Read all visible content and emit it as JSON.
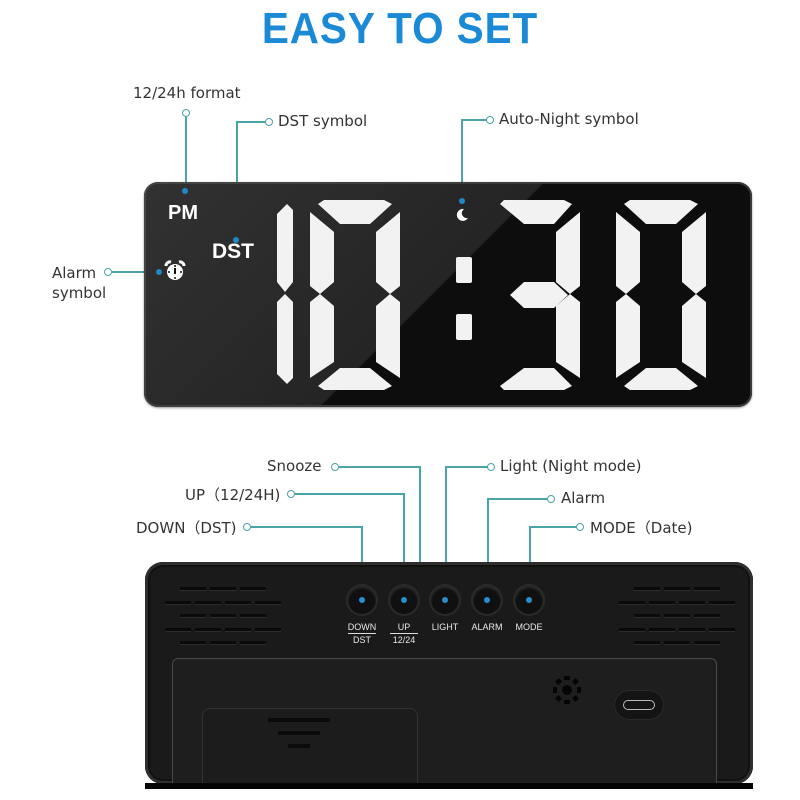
{
  "title": "EASY TO SET",
  "colors": {
    "title_blue": "#1a8ad6",
    "leader_line": "#4aa3a6",
    "button_dot": "#2a8fd1",
    "display_bg": "#0d0d0d",
    "segment_white": "#f2f2f2"
  },
  "front_display": {
    "time": "10:30",
    "indicators": {
      "pm": "PM",
      "dst": "DST",
      "alarm_icon": "alarm-clock-icon",
      "night_icon": "moon-icon"
    },
    "callouts": [
      {
        "id": "format",
        "label": "12/24h format"
      },
      {
        "id": "dst",
        "label": "DST symbol"
      },
      {
        "id": "night",
        "label": "Auto-Night symbol"
      },
      {
        "id": "alarm",
        "label_line1": "Alarm",
        "label_line2": "symbol"
      }
    ]
  },
  "back_panel": {
    "callouts": [
      {
        "id": "snooze",
        "label": "Snooze"
      },
      {
        "id": "up",
        "label": "UP（12/24H)"
      },
      {
        "id": "down",
        "label": "DOWN（DST)"
      },
      {
        "id": "light",
        "label": "Light (Night mode)"
      },
      {
        "id": "alarm",
        "label": "Alarm"
      },
      {
        "id": "mode",
        "label": "MODE（Date)"
      }
    ],
    "buttons": [
      {
        "id": "down",
        "label": "DOWN",
        "sub": "DST"
      },
      {
        "id": "up",
        "label": "UP",
        "sub": "12/24"
      },
      {
        "id": "light",
        "label": "LIGHT",
        "sub": ""
      },
      {
        "id": "alarm",
        "label": "ALARM",
        "sub": ""
      },
      {
        "id": "mode",
        "label": "MODE",
        "sub": ""
      }
    ],
    "icons": {
      "speaker": "speaker-grille-icon",
      "usb": "usb-c-port-icon"
    }
  }
}
